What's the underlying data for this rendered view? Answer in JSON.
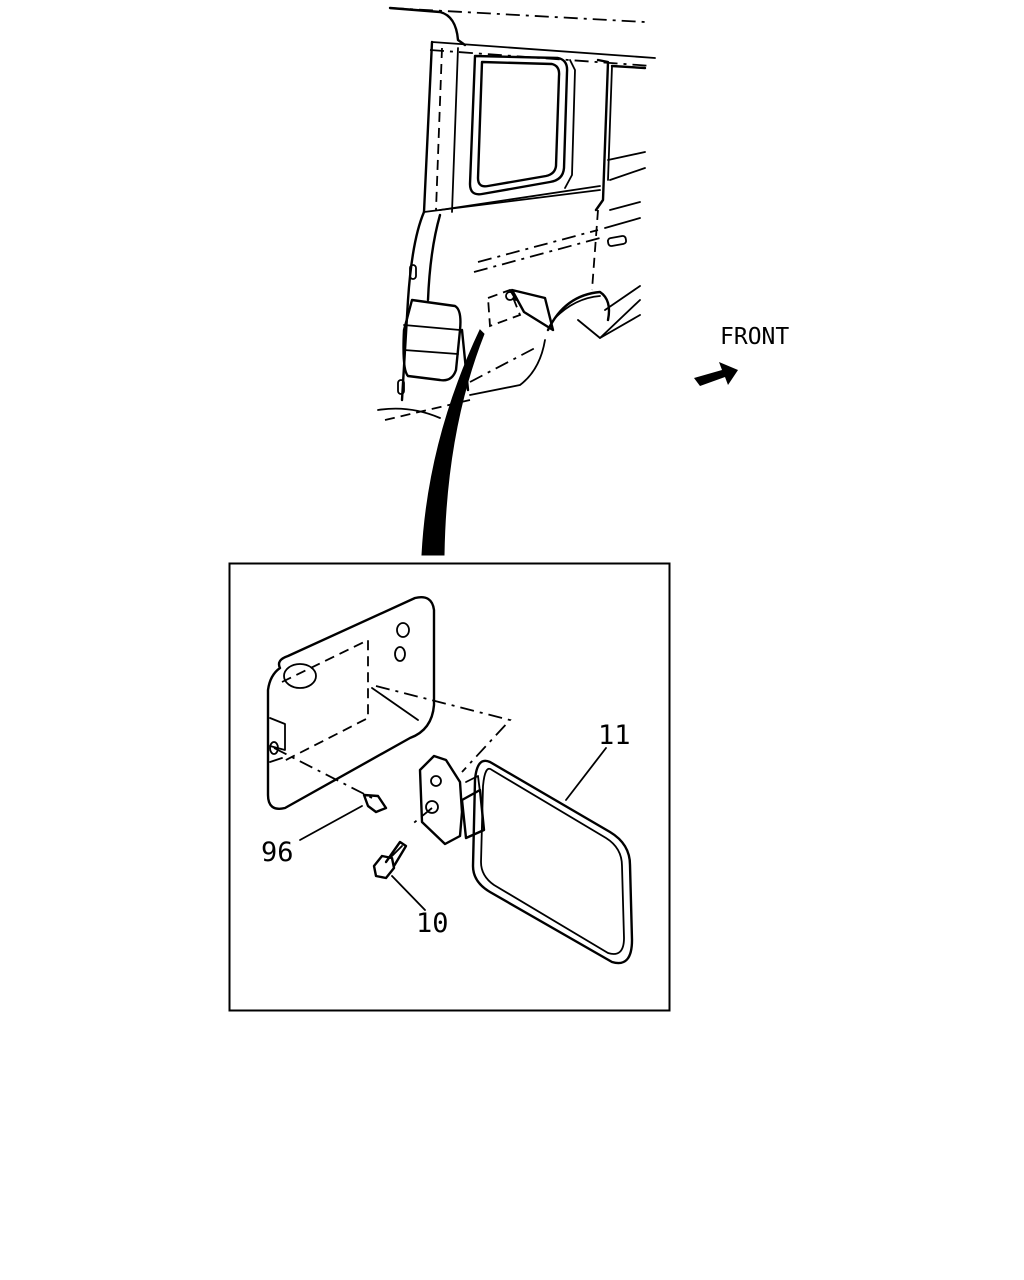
{
  "direction_label": "FRONT",
  "callouts": {
    "fuel_lid": "11",
    "bolt": "10",
    "clip": "96"
  },
  "colors": {
    "line": "#000000",
    "background": "#ffffff"
  },
  "icons": {
    "direction_arrow": "front-arrow-icon"
  }
}
